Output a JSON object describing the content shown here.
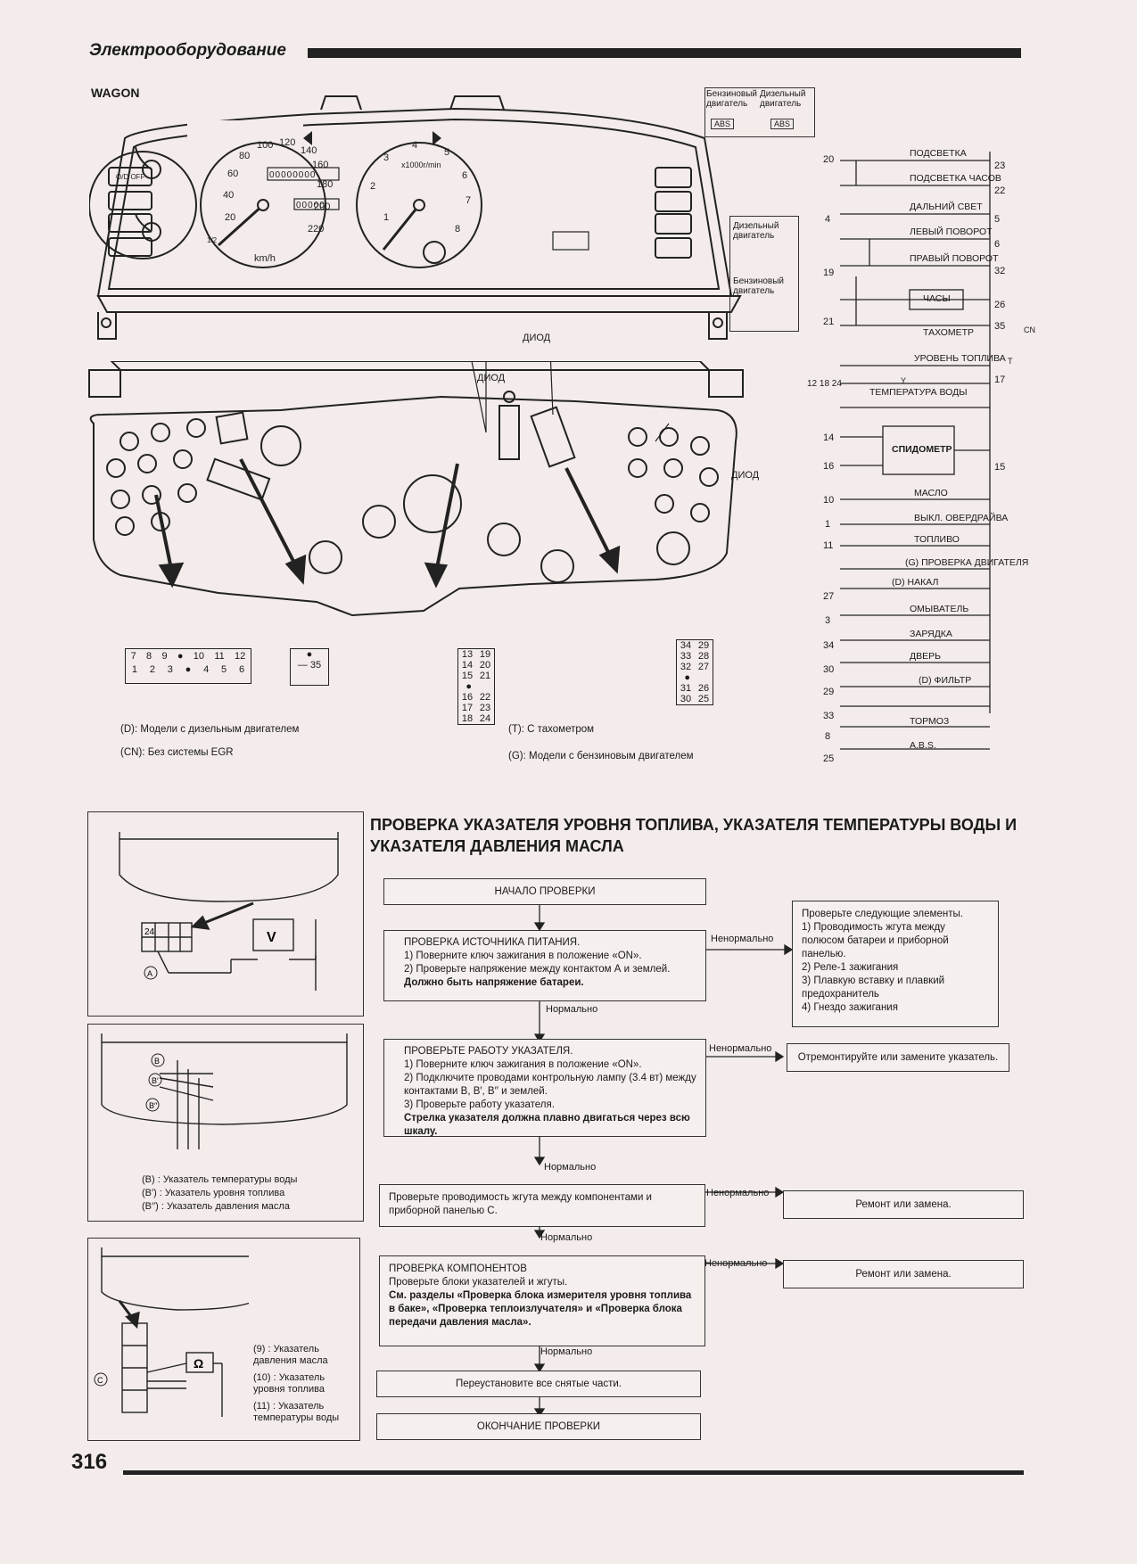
{
  "header": {
    "section_title": "Электрооборудование",
    "model": "WAGON"
  },
  "cluster_front": {
    "engine_labels": {
      "petrol": "Бензиновый двигатель",
      "diesel": "Дизельный двигатель",
      "abs": "ABS"
    },
    "engine_labels2": {
      "diesel": "Дизельный двигатель",
      "petrol": "Бензиновый двигатель"
    },
    "od_off": "O/D OFF",
    "fuel_half": "1/2",
    "speedo_ticks": [
      "20",
      "40",
      "60",
      "80",
      "100",
      "120",
      "140",
      "160",
      "180",
      "200",
      "220"
    ],
    "speedo_unit": "km/h",
    "odometer": "00000000",
    "trip": "00000",
    "tacho_ticks": [
      "1",
      "2",
      "3",
      "4",
      "5",
      "6",
      "7",
      "8"
    ],
    "tacho_unit": "x1000r/min"
  },
  "cluster_back": {
    "diode_1": "ДИОД",
    "diode_2": "ДИОД",
    "diode_3": "ДИОД"
  },
  "connectors": {
    "c1_top": [
      "7",
      "8",
      "9",
      "●",
      "10",
      "11",
      "12"
    ],
    "c1_bottom": [
      "1",
      "2",
      "3",
      "●",
      "4",
      "5",
      "6"
    ],
    "c2_top": "●",
    "c2_bottom": [
      "—",
      "35"
    ],
    "c3_rows": [
      [
        "13",
        "19"
      ],
      [
        "14",
        "20"
      ],
      [
        "15",
        "21"
      ],
      [
        "●",
        ""
      ],
      [
        "16",
        "22"
      ],
      [
        "17",
        "23"
      ],
      [
        "18",
        "24"
      ]
    ],
    "c4_rows": [
      [
        "34",
        "29"
      ],
      [
        "33",
        "28"
      ],
      [
        "32",
        "27"
      ],
      [
        "●",
        ""
      ],
      [
        "31",
        "26"
      ],
      [
        "30",
        "25"
      ]
    ]
  },
  "legend": {
    "d_sym": "D",
    "d_text": "Модели с дизельным двигателем",
    "cn_sym": "CN",
    "cn_text": "Без системы EGR",
    "t_sym": "T",
    "t_text": "С тахометром",
    "g_sym": "G",
    "g_text": "Модели с бензиновым двигателем"
  },
  "wiring": {
    "rows": [
      {
        "left": "20",
        "label": "ПОДСВЕТКА",
        "right": "23"
      },
      {
        "left": "",
        "label": "ПОДСВЕТКА ЧАСОВ",
        "right": "22"
      },
      {
        "left": "4",
        "label": "ДАЛЬНИЙ СВЕТ",
        "right": "5"
      },
      {
        "left": "",
        "label": "ЛЕВЫЙ ПОВОРОТ",
        "right": "6"
      },
      {
        "left": "19",
        "label": "ПРАВЫЙ ПОВОРОТ",
        "right": "32"
      },
      {
        "left": "",
        "label": "ЧАСЫ",
        "right": "26"
      },
      {
        "left": "21",
        "label": "ТАХОМЕТР",
        "right": "35"
      },
      {
        "left": "",
        "label": "УРОВЕНЬ ТОПЛИВА",
        "right": "17"
      },
      {
        "left": "12 18 24",
        "label": "ТЕМПЕРАТУРА ВОДЫ",
        "right": ""
      },
      {
        "left": "14",
        "label": "СПИДОМЕТР",
        "right": "15"
      },
      {
        "left": "16",
        "label": "",
        "right": ""
      },
      {
        "left": "10",
        "label": "МАСЛО",
        "right": ""
      },
      {
        "left": "1",
        "label": "ВЫКЛ. ОВЕРДРАЙВА",
        "right": ""
      },
      {
        "left": "11",
        "label": "ТОПЛИВО",
        "right": ""
      },
      {
        "left": "",
        "label": "ПРОВЕРКА ДВИГАТЕЛЯ",
        "right": ""
      },
      {
        "left": "",
        "label": "НАКАЛ",
        "right": ""
      },
      {
        "left": "27",
        "label": "ОМЫВАТЕЛЬ",
        "right": ""
      },
      {
        "left": "3",
        "label": "ЗАРЯДКА",
        "right": ""
      },
      {
        "left": "34",
        "label": "ДВЕРЬ",
        "right": ""
      },
      {
        "left": "30",
        "label": "ФИЛЬТР",
        "right": ""
      },
      {
        "left": "29",
        "label": "",
        "right": ""
      },
      {
        "left": "33",
        "label": "ТОРМОЗ",
        "right": ""
      },
      {
        "left": "8",
        "label": "A.B.S.",
        "right": ""
      },
      {
        "left": "25",
        "label": "",
        "right": ""
      }
    ],
    "sym_g": "G",
    "sym_d": "D",
    "sym_cn": "CN",
    "sym_t": "T",
    "sym_y": "Y"
  },
  "flowchart": {
    "title": "ПРОВЕРКА УКАЗАТЕЛЯ УРОВНЯ ТОПЛИВА, УКАЗАТЕЛЯ ТЕМПЕРАТУРЫ ВОДЫ И УКАЗАТЕЛЯ ДАВЛЕНИЯ МАСЛА",
    "start": "НАЧАЛО ПРОВЕРКИ",
    "step1": {
      "title": "ПРОВЕРКА ИСТОЧНИКА ПИТАНИЯ.",
      "lines": [
        "1) Поверните ключ зажигания в положение «ON».",
        "2) Проверьте напряжение между контактом А и землей."
      ],
      "result": "Должно быть напряжение батареи."
    },
    "abnormal": "Ненормально",
    "normal": "Нормально",
    "step1_abn": {
      "title": "Проверьте следующие элементы.",
      "lines": [
        "1) Проводимость жгута между полюсом батареи и приборной панелью.",
        "2) Реле-1 зажигания",
        "3) Плавкую вставку и плавкий предохранитель",
        "4) Гнездо зажигания"
      ]
    },
    "step2": {
      "title": "ПРОВЕРЬТЕ РАБОТУ УКАЗАТЕЛЯ.",
      "lines": [
        "1) Поверните ключ зажигания в положение «ON».",
        "2) Подключите проводами контрольную лампу (3.4 вт) между контактами B, B′, B′′ и землей.",
        "3) Проверьте работу указателя."
      ],
      "result": "Стрелка указателя должна плавно двигаться через всю шкалу."
    },
    "step2_abn": "Отремонтируйте или замените указатель.",
    "step3": "Проверьте проводимость жгута между компонентами и приборной панелью С.",
    "step3_abn": "Ремонт или замена.",
    "step4": {
      "title": "ПРОВЕРКА КОМПОНЕНТОВ",
      "line": "Проверьте блоки указателей и жгуты.",
      "result": "См. разделы «Проверка блока измерителя уровня топлива в баке», «Проверка теплоизлучателя» и «Проверка блока передачи давления масла»."
    },
    "step4_abn": "Ремонт или замена.",
    "step5": "Переустановите все снятые части.",
    "end": "ОКОНЧАНИЕ ПРОВЕРКИ"
  },
  "side_figs": {
    "fig1": {
      "pin": "24",
      "tag": "A",
      "meter": "V"
    },
    "fig2": {
      "sym_b": "B",
      "sym_b1": "B′",
      "sym_b2": "B′′",
      "legend": [
        {
          "sym": "B",
          "text": "Указатель температуры воды"
        },
        {
          "sym": "B′",
          "text": "Указатель уровня топлива"
        },
        {
          "sym": "B′′",
          "text": "Указатель давления масла"
        }
      ]
    },
    "fig3": {
      "tag": "C",
      "meter": "Ω",
      "legend": [
        {
          "sym": "9",
          "text": "Указатель давления масла"
        },
        {
          "sym": "10",
          "text": "Указатель уровня топлива"
        },
        {
          "sym": "11",
          "text": "Указатель температуры воды"
        }
      ]
    }
  },
  "footer": {
    "page": "316"
  }
}
